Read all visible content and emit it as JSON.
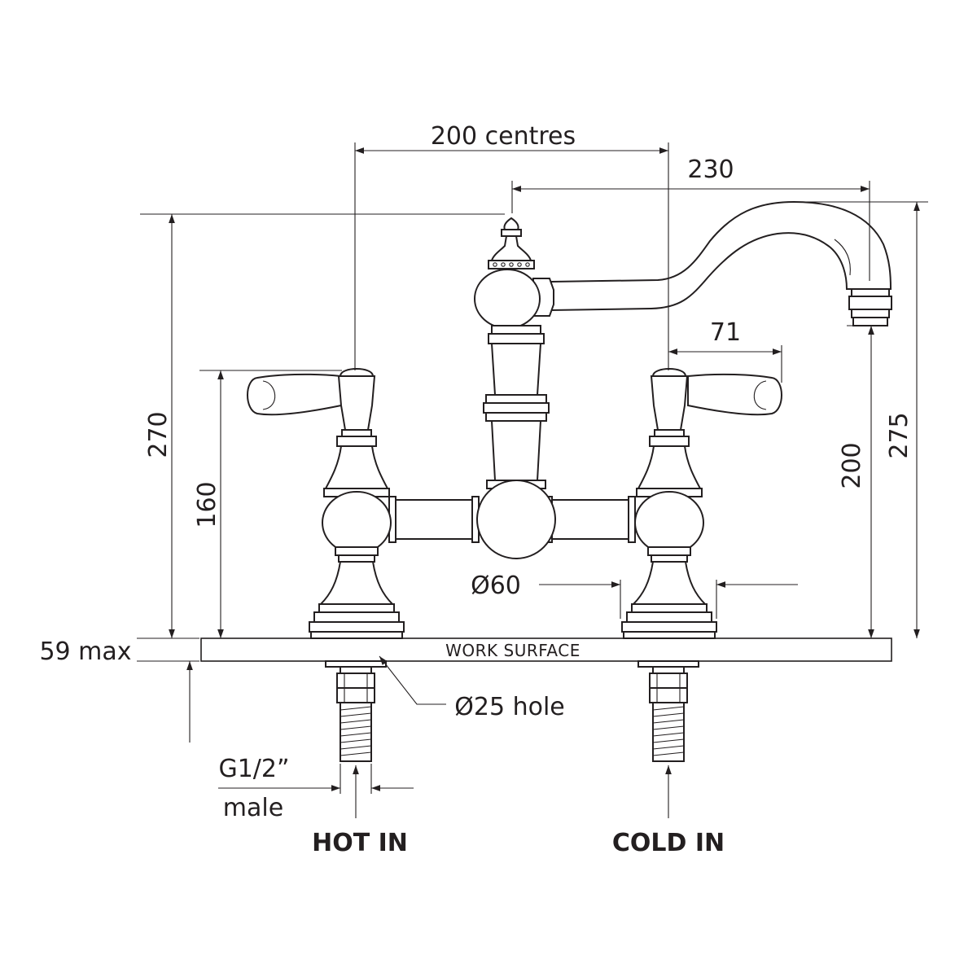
{
  "dimensions": {
    "centres": "200 centres",
    "spout_reach": "230",
    "handle_reach": "71",
    "overall_height": "270",
    "handle_height": "160",
    "spout_height": "200",
    "max_height": "275",
    "base_diameter": "Ø60",
    "hole": "Ø25 hole",
    "thickness": "59 max"
  },
  "labels": {
    "work_surface": "WORK SURFACE",
    "thread": "G1/2”",
    "thread_type": "male",
    "hot_in": "HOT IN",
    "cold_in": "COLD IN"
  },
  "colors": {
    "line": "#231f20",
    "background": "#ffffff"
  }
}
